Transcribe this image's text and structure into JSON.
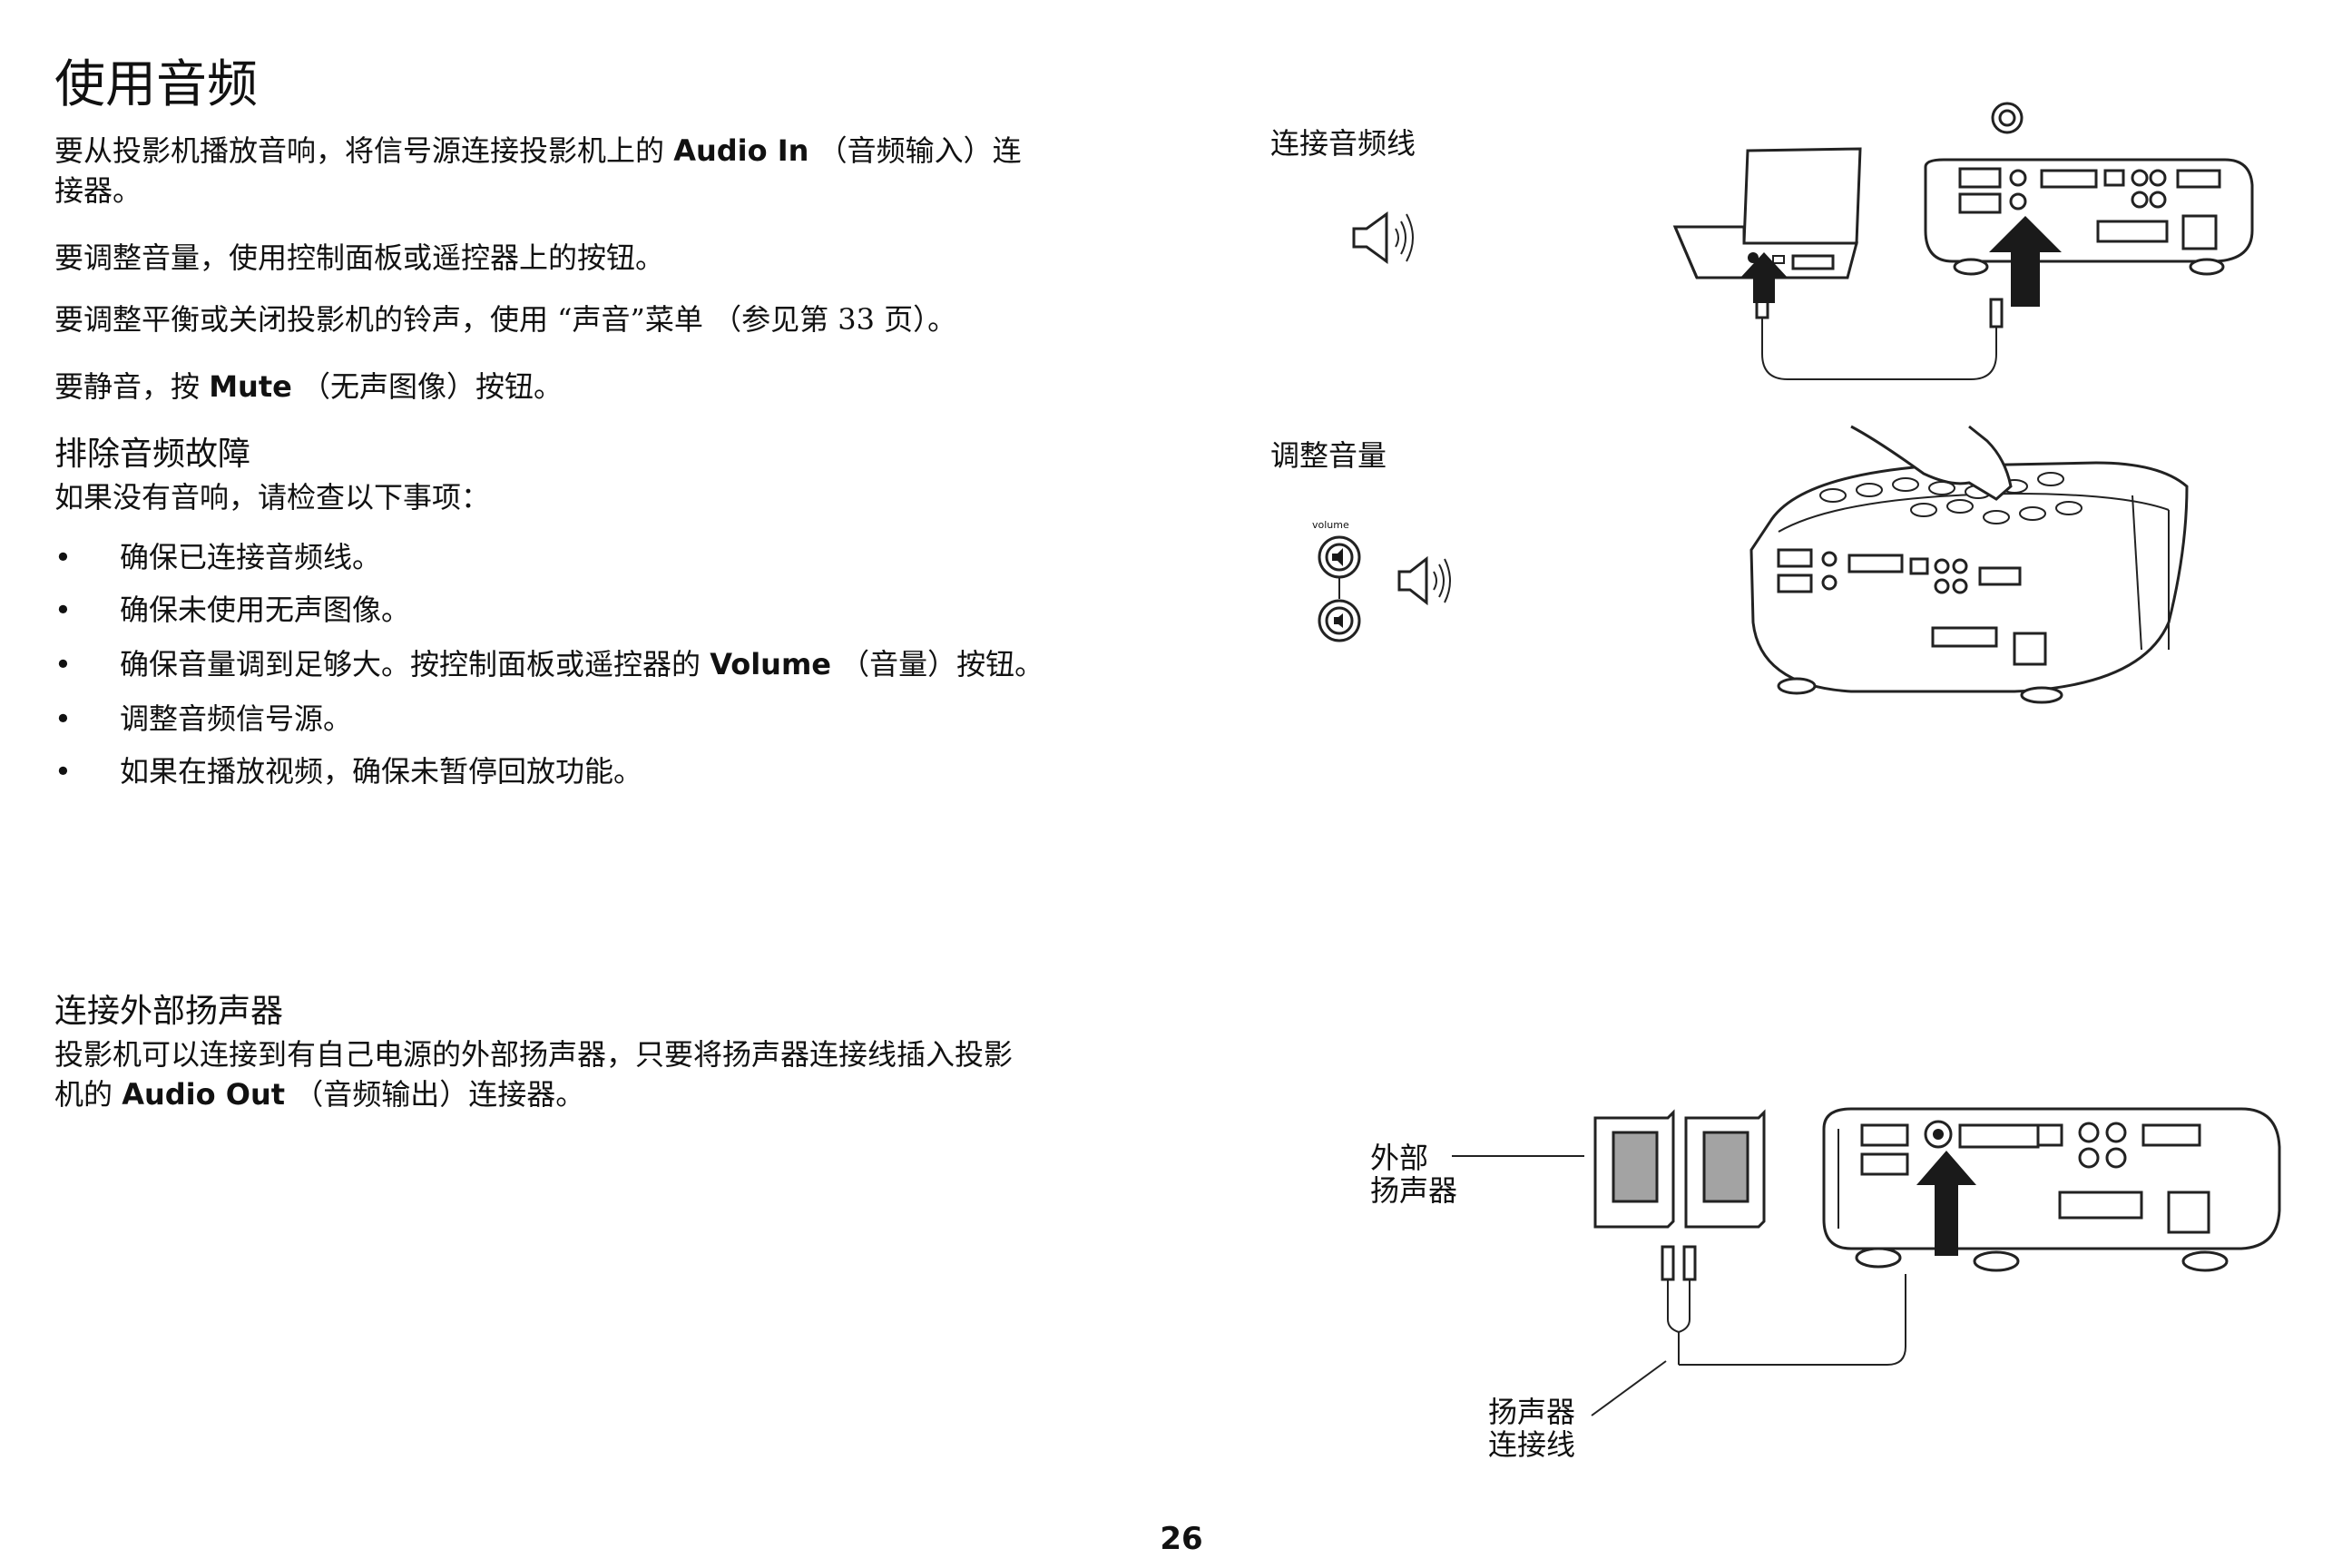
{
  "section": {
    "title": "使用音频",
    "intro": {
      "before_1": "要从投影机播放音响，将信号源连接投影机上的 ",
      "strong_1": "Audio In",
      "after_1": " （音频输入）连",
      "line_2": "接器。"
    },
    "p_volume": "要调整音量，使用控制面板或遥控器上的按钮。",
    "p_balance": "要调整平衡或关闭投影机的铃声，使用 “声音”菜单 （参见第 33 页）。",
    "p_mute": {
      "before": "要静音，按 ",
      "strong": "Mute",
      "after": " （无声图像）按钮。"
    }
  },
  "troubleshoot": {
    "heading": "排除音频故障",
    "lead": "如果没有音响，请检查以下事项：",
    "bullet_symbol": "•",
    "items": [
      {
        "text": "确保已连接音频线。"
      },
      {
        "text": "确保未使用无声图像。"
      },
      {
        "before": "确保音量调到足够大。按控制面板或遥控器的 ",
        "strong": "Volume",
        "after": " （音量）按钮。"
      },
      {
        "text": "调整音频信号源。"
      },
      {
        "text": "如果在播放视频，确保未暂停回放功能。"
      }
    ]
  },
  "speakers": {
    "heading": "连接外部扬声器",
    "line_1": "投影机可以连接到有自己电源的外部扬声器，只要将扬声器连接线插入投影",
    "line_2": {
      "before": "机的 ",
      "strong": "Audio Out",
      "after": " （音频输出）连接器。"
    }
  },
  "figures": {
    "connect_cable_label": "连接音频线",
    "adjust_volume_label": "调整音量",
    "volume_button_text": "volume",
    "external_speakers_label_1": "外部",
    "external_speakers_label_2": "扬声器",
    "speaker_cable_label_1": "扬声器",
    "speaker_cable_label_2": "连接线"
  },
  "page_number": "26"
}
